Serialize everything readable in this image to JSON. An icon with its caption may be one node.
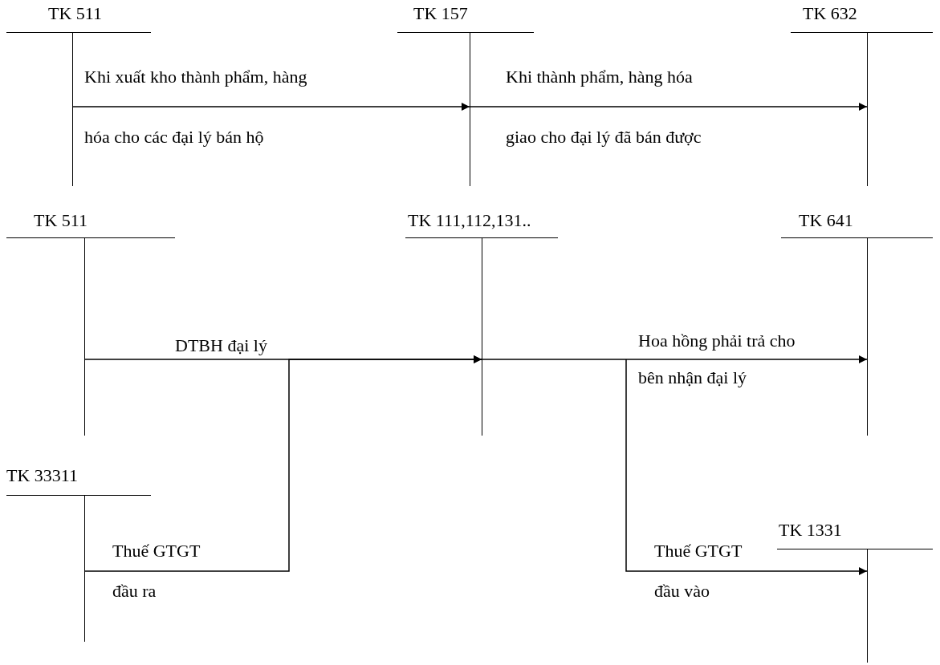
{
  "diagram": {
    "nodes": [
      {
        "text": [
          "TK 511"
        ]
      },
      {
        "text": [
          "TK 157"
        ]
      },
      {
        "text": [
          "TK 632"
        ]
      },
      {
        "text": [
          "TK 511"
        ]
      },
      {
        "text": [
          "TK 111,112,131.."
        ]
      },
      {
        "text": [
          "TK 641"
        ]
      },
      {
        "text": [
          "TK 33311"
        ]
      },
      {
        "text": [
          "TK 1331"
        ]
      }
    ],
    "edges": [
      {
        "from": 0,
        "to": 1,
        "arrow": "to",
        "label": "Khi xuất kho thành phẩm, hàng hóa cho các đại lý bán hộ"
      },
      {
        "from": 1,
        "to": 2,
        "arrow": "to",
        "label": "Khi thành phẩm, hàng hóa giao cho đại lý đã bán được"
      },
      {
        "from": 3,
        "to": 4,
        "arrow": "to",
        "label": "DTBH đại lý"
      },
      {
        "from": 4,
        "to": 5,
        "arrow": "to",
        "label": "Hoa hồng phải trả cho bên nhận đại lý"
      },
      {
        "from": 6,
        "to": 4,
        "arrow": "to",
        "label": "Thuế GTGT đầu ra"
      },
      {
        "from": 4,
        "to": 7,
        "arrow": "to",
        "label": "Thuế GTGT đầu vào"
      }
    ]
  }
}
